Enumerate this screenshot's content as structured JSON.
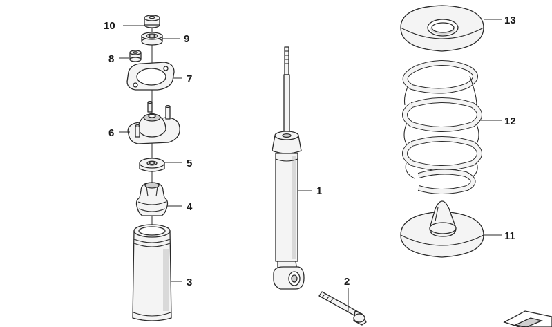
{
  "diagram": {
    "callouts": [
      {
        "id": "c1",
        "label": "1"
      },
      {
        "id": "c2",
        "label": "2"
      },
      {
        "id": "c3",
        "label": "3"
      },
      {
        "id": "c4",
        "label": "4"
      },
      {
        "id": "c5",
        "label": "5"
      },
      {
        "id": "c6",
        "label": "6"
      },
      {
        "id": "c7",
        "label": "7"
      },
      {
        "id": "c8",
        "label": "8"
      },
      {
        "id": "c9",
        "label": "9"
      },
      {
        "id": "c10",
        "label": "10"
      },
      {
        "id": "c11",
        "label": "11"
      },
      {
        "id": "c12",
        "label": "12"
      },
      {
        "id": "c13",
        "label": "13"
      }
    ],
    "colors": {
      "ink": "#2a2a2a",
      "fill": "#f4f4f4",
      "shade": "#d9d9d9"
    }
  }
}
